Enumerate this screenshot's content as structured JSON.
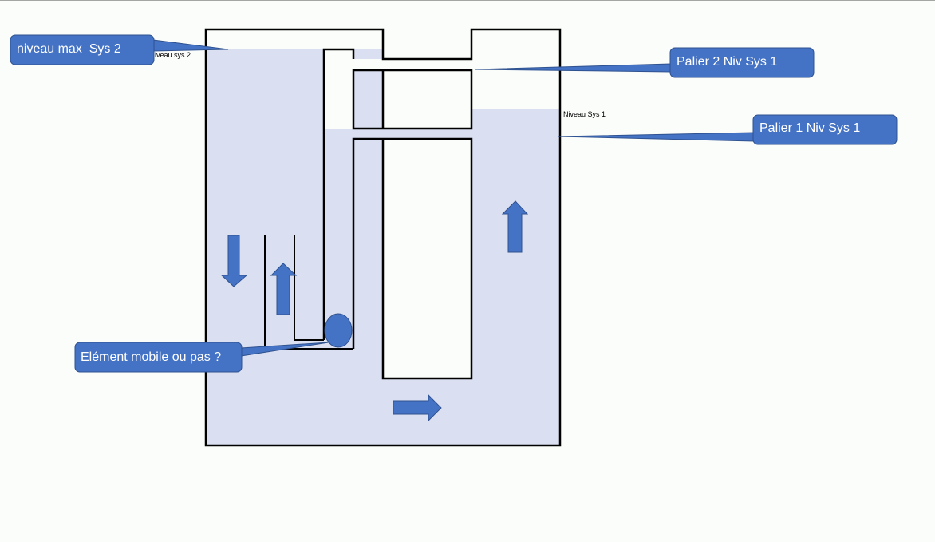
{
  "diagram": {
    "title": "",
    "colors": {
      "water": "#dadff1",
      "wall": "#000000",
      "background": "#fbfdfb",
      "callout_fill": "#4472c4",
      "callout_border": "#2f528f",
      "callout_text": "#ffffff"
    },
    "labels": {
      "niveau_sys_2": "iveau sys 2",
      "niveau_sys_1": "Niveau Sys 1"
    },
    "callouts": [
      {
        "id": "niveau-max-sys2",
        "text": "niveau max  Sys 2"
      },
      {
        "id": "palier-2-niv-sys1",
        "text": "Palier 2 Niv Sys 1"
      },
      {
        "id": "palier-1-niv-sys1",
        "text": "Palier 1 Niv Sys 1"
      },
      {
        "id": "element-mobile",
        "text": "Elément mobile ou pas ?"
      }
    ],
    "flow_arrows": [
      {
        "id": "left-down",
        "direction": "down"
      },
      {
        "id": "inner-up",
        "direction": "up"
      },
      {
        "id": "bottom-right",
        "direction": "right"
      },
      {
        "id": "right-up",
        "direction": "up"
      }
    ],
    "elements": {
      "ball": "mobile element (ball)"
    }
  }
}
